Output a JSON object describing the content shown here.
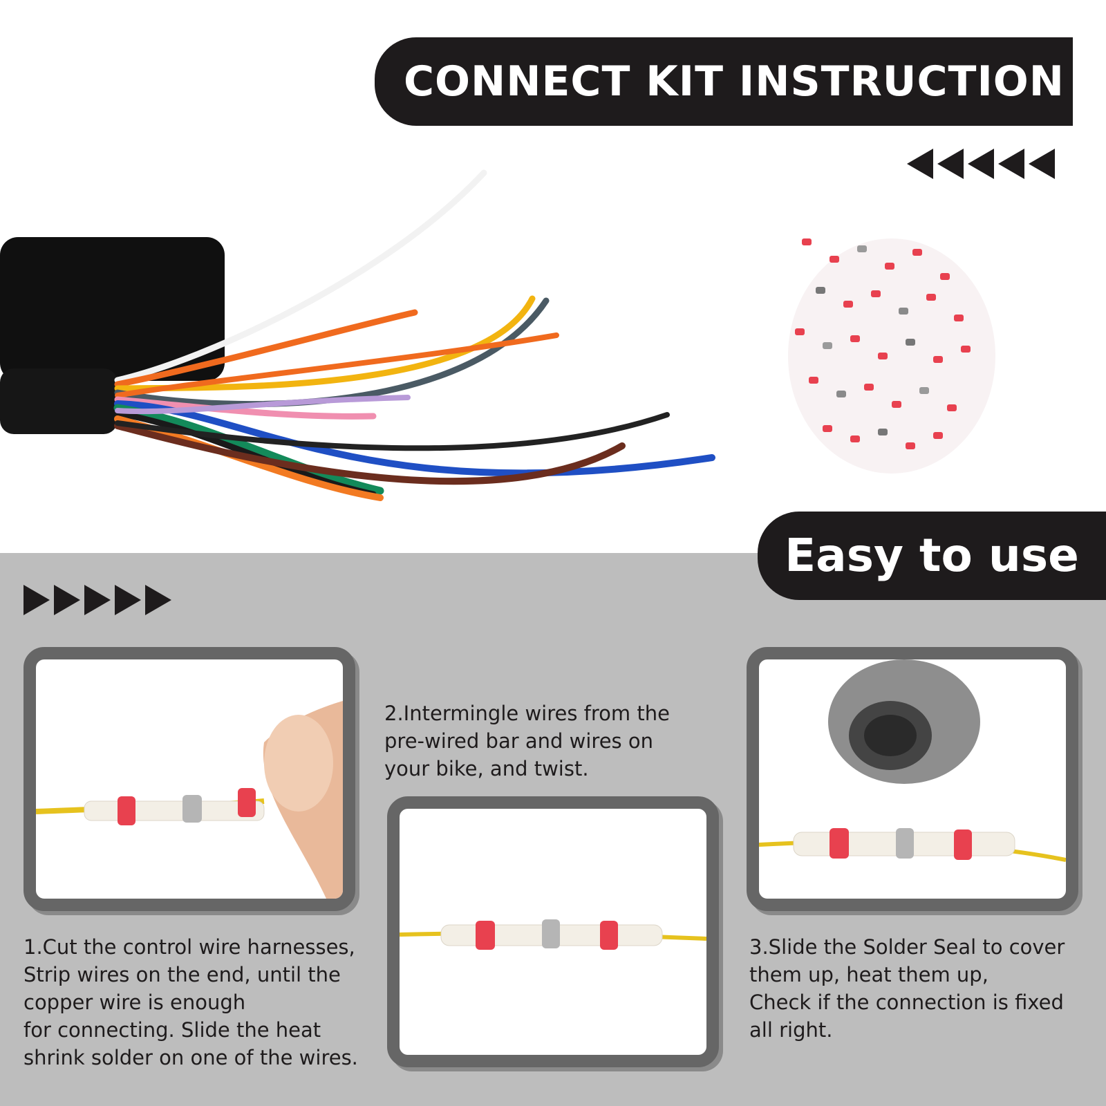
{
  "header": {
    "title": "CONNECT KIT INSTRUCTION"
  },
  "badge": {
    "label": "Easy to use"
  },
  "steps": [
    {
      "lines": [
        "1.Cut the control wire harnesses,",
        "Strip wires on the end, until the",
        "copper wire is enough",
        "for connecting. Slide the heat",
        "shrink solder on one of the wires."
      ]
    },
    {
      "lines": [
        "2.Intermingle wires from the",
        "pre-wired bar and wires on",
        "your bike, and twist."
      ]
    },
    {
      "lines": [
        "3.Slide the Solder Seal to cover",
        "them up, heat them up,",
        "Check if the connection is fixed",
        "all right."
      ]
    }
  ],
  "colors": {
    "banner": "#1e1b1c",
    "panel_background": "#bdbdbd",
    "frame_border": "#666666",
    "connector_red": "#e8414f"
  }
}
